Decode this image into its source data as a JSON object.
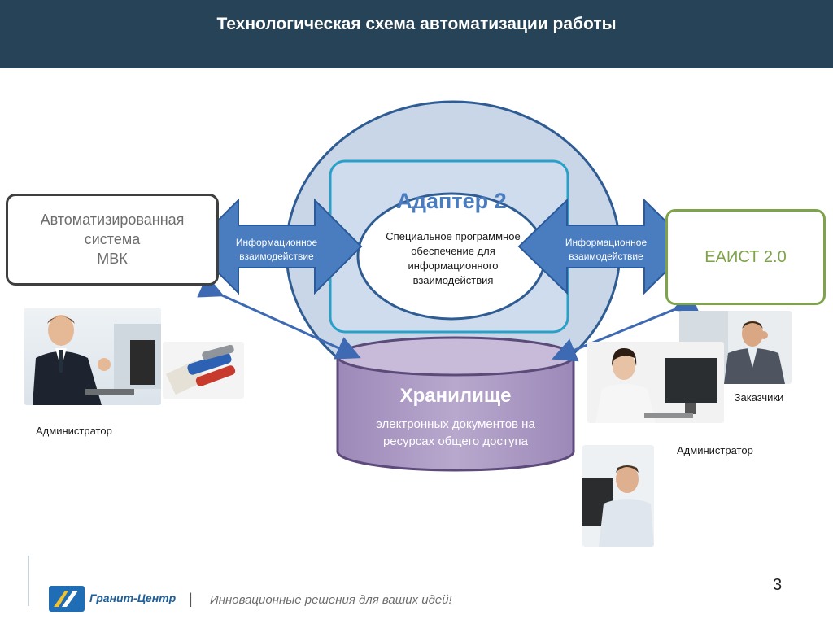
{
  "header": {
    "title": "Технологическая схема автоматизации работы"
  },
  "diagram": {
    "left_system": {
      "line1": "Автоматизированная",
      "line2": "система",
      "line3": "МВК"
    },
    "left_arrow": {
      "line1": "Информационное",
      "line2": "взаимодействие"
    },
    "adapter": {
      "title": "Адаптер 2",
      "line1": "Специальное программное",
      "line2": "обеспечение для",
      "line3": "информационного",
      "line4": "взаимодействия"
    },
    "right_arrow": {
      "line1": "Информационное",
      "line2": "взаимодействие"
    },
    "right_system": {
      "label": "ЕАИСТ 2.0"
    },
    "storage": {
      "title": "Хранилище",
      "line1": "электронных документов на",
      "line2": "ресурсах общего доступа"
    },
    "people": {
      "left_admin": "Администратор",
      "customers": "Заказчики",
      "right_admin": "Администратор"
    }
  },
  "footer": {
    "company": "Гранит-Центр",
    "divider": "|",
    "slogan": "Инновационные решения для ваших идей!",
    "page_number": "3"
  },
  "colors": {
    "header_bg": "#264357",
    "outer_circle": "#c9d6e8",
    "adapter_border": "#2aa0c8",
    "arrow_fill": "#4a7cc0",
    "storage_fill": "#b3a2c7",
    "eaist_border": "#7fa34a"
  }
}
